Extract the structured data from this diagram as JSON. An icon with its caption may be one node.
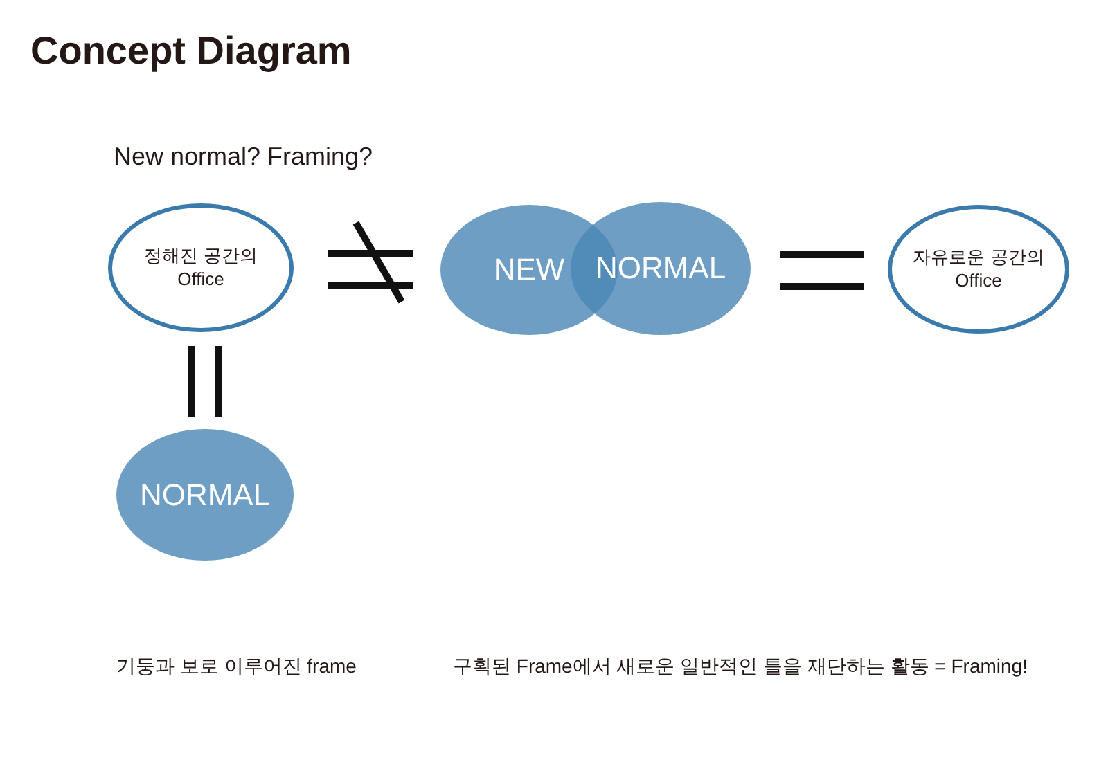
{
  "diagram": {
    "title": "Concept Diagram",
    "nodes": [
      {
        "text": [
          "정해진 공간의 Office"
        ]
      },
      {
        "text": [
          "NEW"
        ]
      },
      {
        "text": [
          "NORMAL"
        ]
      },
      {
        "text": [
          "자유로운 공간의 Office"
        ]
      },
      {
        "text": [
          "NORMAL"
        ]
      }
    ],
    "labels": [
      "New normal? Framing?",
      "기둥과 보로 이루어진 frame",
      "구획된 Frame에서 새로운 일반적인 틀을 재단하는 활동 = Framing!"
    ]
  }
}
